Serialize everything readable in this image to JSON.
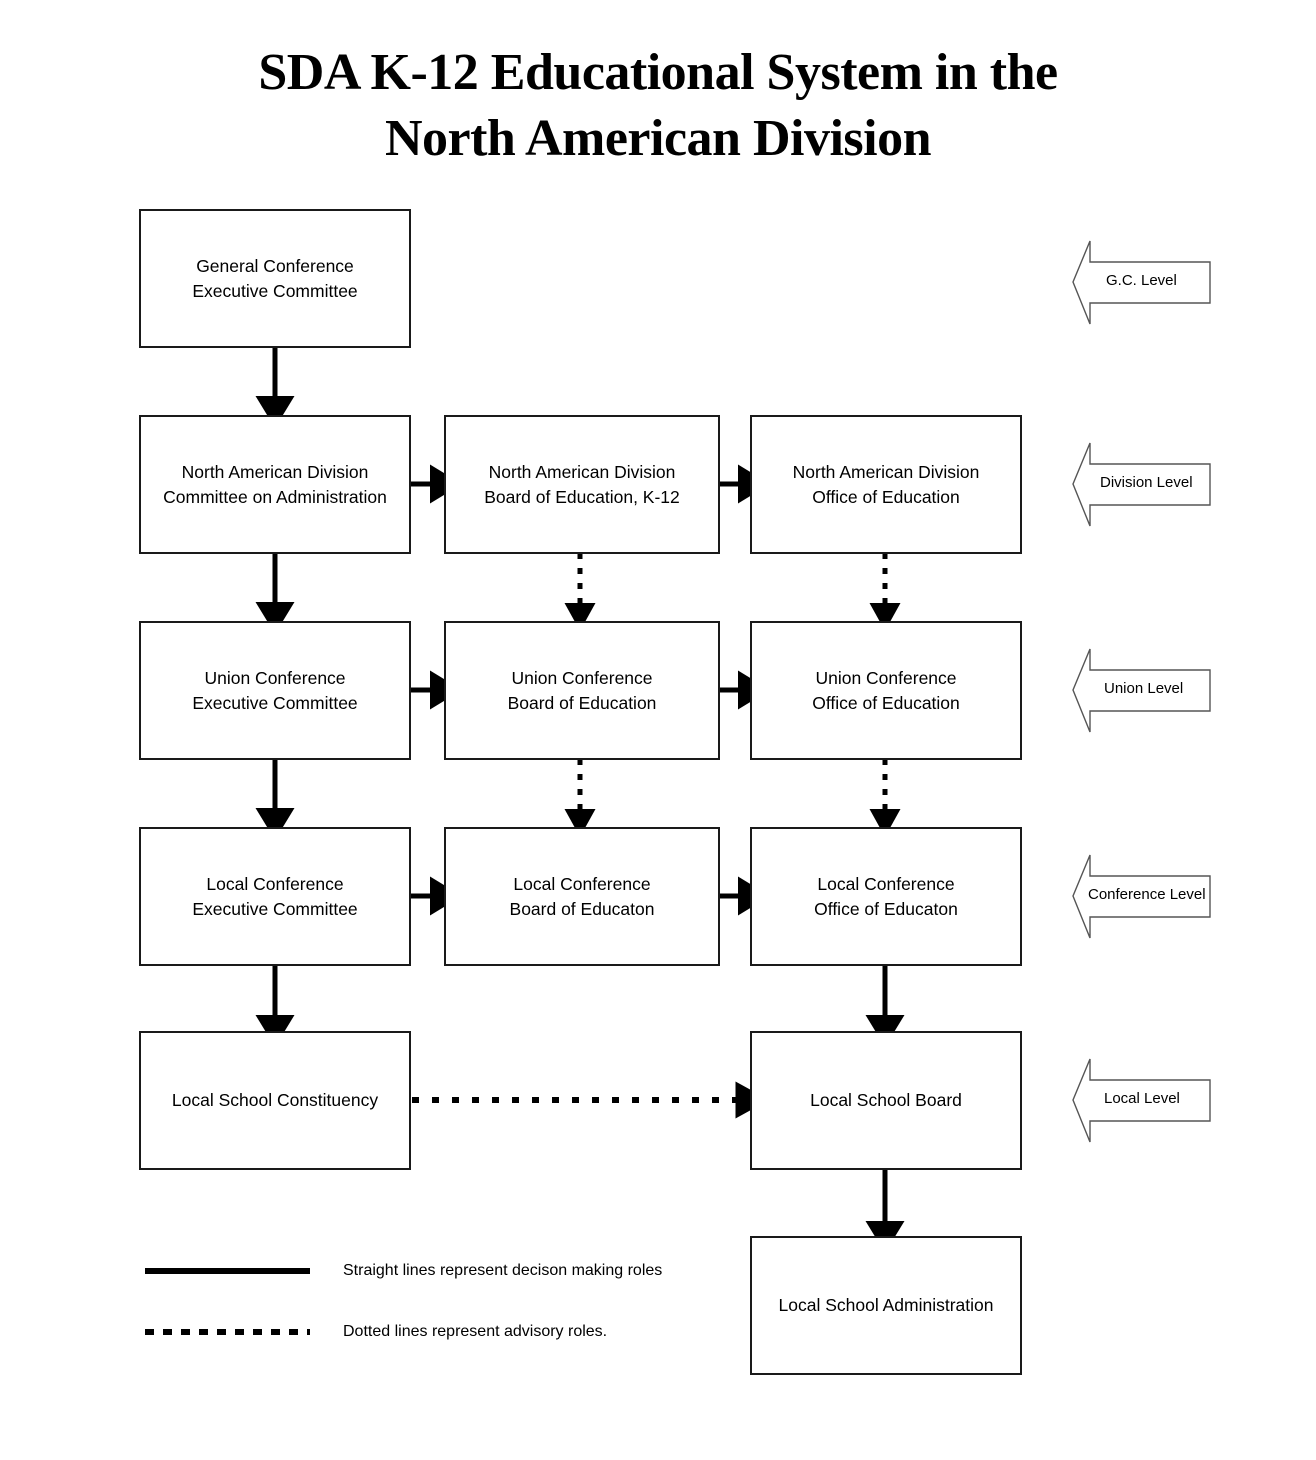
{
  "title": {
    "line1": "SDA K-12 Educational System in the",
    "line2": "North American Division"
  },
  "nodes": {
    "gc_exec": "General Conference\nExecutive Committee",
    "nad_admin": "North American Division\nCommittee on Administration",
    "nad_board": "North American Division\nBoard of Education, K-12",
    "nad_office": "North American Division\nOffice of Education",
    "union_exec": "Union Conference\nExecutive Committee",
    "union_board": "Union Conference\nBoard of Education",
    "union_office": "Union Conference\nOffice of Education",
    "conf_exec": "Local Conference\nExecutive Committee",
    "conf_board": "Local Conference\nBoard of Educaton",
    "conf_office": "Local Conference\nOffice of Educaton",
    "school_constituency": "Local School Constituency",
    "school_board": "Local School Board",
    "school_admin": "Local School Administration"
  },
  "levels": [
    {
      "label": "G.C. Level"
    },
    {
      "label": "Division Level"
    },
    {
      "label": "Union Level"
    },
    {
      "label": "Conference Level"
    },
    {
      "label": "Local Level"
    }
  ],
  "legend": [
    {
      "style": "solid",
      "text": "Straight lines represent decison making roles"
    },
    {
      "style": "dotted",
      "text": "Dotted lines represent advisory roles."
    }
  ],
  "colors": {
    "ink": "#000000",
    "box_border": "#1a1a1a",
    "background": "#ffffff",
    "arrow_outline": "#555555"
  },
  "chart_data": {
    "type": "diagram",
    "diagram_kind": "organizational-hierarchy-flowchart",
    "title": "SDA K-12 Educational System in the North American Division",
    "rows": [
      {
        "level": "G.C. Level",
        "nodes": [
          "General Conference Executive Committee"
        ]
      },
      {
        "level": "Division Level",
        "nodes": [
          "North American Division Committee on Administration",
          "North American Division Board of Education, K-12",
          "North American Division Office of Education"
        ]
      },
      {
        "level": "Union Level",
        "nodes": [
          "Union Conference Executive Committee",
          "Union Conference Board of Education",
          "Union Conference Office of Education"
        ]
      },
      {
        "level": "Conference Level",
        "nodes": [
          "Local Conference Executive Committee",
          "Local Conference Board of Educaton",
          "Local Conference Office of Educaton"
        ]
      },
      {
        "level": "Local Level",
        "nodes": [
          "Local School Constituency",
          "Local School Board",
          "Local School Administration"
        ]
      }
    ],
    "edges": [
      {
        "from": "General Conference Executive Committee",
        "to": "North American Division Committee on Administration",
        "style": "solid",
        "meaning": "decision making"
      },
      {
        "from": "North American Division Committee on Administration",
        "to": "North American Division Board of Education, K-12",
        "style": "solid",
        "meaning": "decision making"
      },
      {
        "from": "North American Division Board of Education, K-12",
        "to": "North American Division Office of Education",
        "style": "solid",
        "meaning": "decision making"
      },
      {
        "from": "North American Division Committee on Administration",
        "to": "Union Conference Executive Committee",
        "style": "solid",
        "meaning": "decision making"
      },
      {
        "from": "North American Division Board of Education, K-12",
        "to": "Union Conference Board of Education",
        "style": "dotted",
        "meaning": "advisory"
      },
      {
        "from": "North American Division Office of Education",
        "to": "Union Conference Office of Education",
        "style": "dotted",
        "meaning": "advisory"
      },
      {
        "from": "Union Conference Executive Committee",
        "to": "Union Conference Board of Education",
        "style": "solid",
        "meaning": "decision making"
      },
      {
        "from": "Union Conference Board of Education",
        "to": "Union Conference Office of Education",
        "style": "solid",
        "meaning": "decision making"
      },
      {
        "from": "Union Conference Executive Committee",
        "to": "Local Conference Executive Committee",
        "style": "solid",
        "meaning": "decision making"
      },
      {
        "from": "Union Conference Board of Education",
        "to": "Local Conference Board of Educaton",
        "style": "dotted",
        "meaning": "advisory"
      },
      {
        "from": "Union Conference Office of Education",
        "to": "Local Conference Office of Educaton",
        "style": "dotted",
        "meaning": "advisory"
      },
      {
        "from": "Local Conference Executive Committee",
        "to": "Local Conference Board of Educaton",
        "style": "solid",
        "meaning": "decision making"
      },
      {
        "from": "Local Conference Board of Educaton",
        "to": "Local Conference Office of Educaton",
        "style": "solid",
        "meaning": "decision making"
      },
      {
        "from": "Local Conference Executive Committee",
        "to": "Local School Constituency",
        "style": "solid",
        "meaning": "decision making"
      },
      {
        "from": "Local Conference Office of Educaton",
        "to": "Local School Board",
        "style": "solid",
        "meaning": "decision making"
      },
      {
        "from": "Local School Constituency",
        "to": "Local School Board",
        "style": "dotted",
        "meaning": "advisory"
      },
      {
        "from": "Local School Board",
        "to": "Local School Administration",
        "style": "solid",
        "meaning": "decision making"
      }
    ],
    "legend": [
      {
        "style": "solid",
        "text": "Straight lines represent decison making roles"
      },
      {
        "style": "dotted",
        "text": "Dotted lines represent advisory roles."
      }
    ]
  }
}
